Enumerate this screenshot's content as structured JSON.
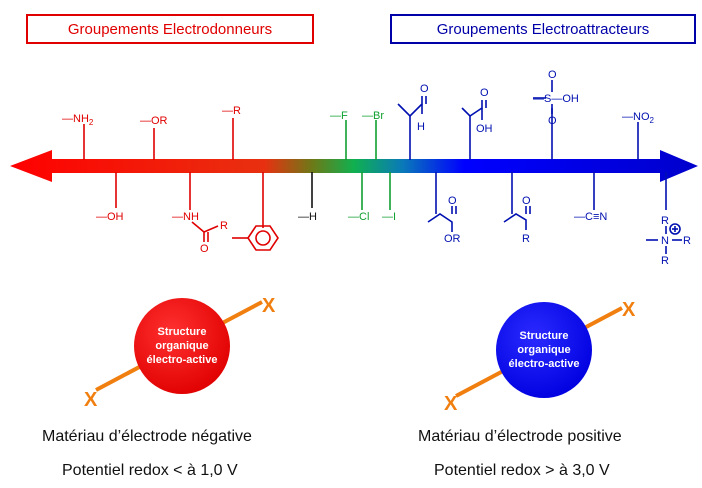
{
  "headers": {
    "donors": "Groupements Electrodonneurs",
    "acceptors": "Groupements Electroattracteurs"
  },
  "colors": {
    "donor": "#e00000",
    "neutral": "#111111",
    "halogen": "#10a030",
    "acceptor": "#0010b0",
    "linker": "#f07f10",
    "x_label": "#f07f10"
  },
  "groups_top": [
    {
      "label": "—NH",
      "sub": "2"
    },
    {
      "label": "—OR"
    },
    {
      "label": "—R"
    },
    {
      "label": "—F"
    },
    {
      "label": "—Br"
    },
    {
      "label": "H"
    },
    {
      "label": "OH"
    },
    {
      "label": "—S—OH"
    },
    {
      "label": "—NO",
      "sub": "2"
    }
  ],
  "groups_bottom": [
    {
      "label": "—OH"
    },
    {
      "label": "—NH"
    },
    {
      "label": "R"
    },
    {
      "label": "—H"
    },
    {
      "label": "—Cl"
    },
    {
      "label": "—I"
    },
    {
      "label": "OR"
    },
    {
      "label": "R"
    },
    {
      "label": "—C≡N"
    },
    {
      "label": "R"
    },
    {
      "label": "N"
    },
    {
      "label": "R"
    },
    {
      "label": "R"
    }
  ],
  "nodes": {
    "left": {
      "line1": "Structure",
      "line2": "organique",
      "line3": "électro-active"
    },
    "right": {
      "line1": "Structure",
      "line2": "organique",
      "line3": "électro-active"
    },
    "x_label": "X"
  },
  "captions": {
    "negative": "Matériau d’électrode négative",
    "positive": "Matériau d’électrode positive",
    "redox_negative": "Potentiel redox < à 1,0 V",
    "redox_positive": "Potentiel redox > à 3,0 V"
  }
}
